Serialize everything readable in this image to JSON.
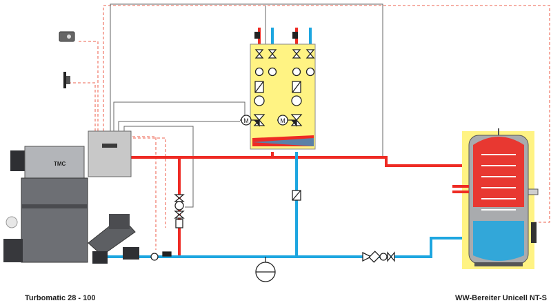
{
  "labels": {
    "boiler": "Turbomatic 28 - 100",
    "tank": "WW-Bereiter Unicell NT-S",
    "boiler_brand": "TMC"
  },
  "colors": {
    "hot_pipe": "#ee2b24",
    "cold_pipe": "#1da6e0",
    "signal_line": "#f08070",
    "module_fill": "#fff383",
    "tank_fill": "#fff383",
    "boiler_body": "#6d6f74",
    "controller": "#c8c8c8"
  },
  "diagram": {
    "components": [
      "boiler",
      "controller",
      "room-sensor",
      "outdoor-sensor",
      "heating-circuit-module-1",
      "heating-circuit-module-2",
      "mixing-valve-1",
      "mixing-valve-2",
      "buffer-manifold",
      "expansion-vessel",
      "hot-water-tank",
      "return-valve",
      "check-valve-group"
    ],
    "mixer_motor_label": "M"
  }
}
